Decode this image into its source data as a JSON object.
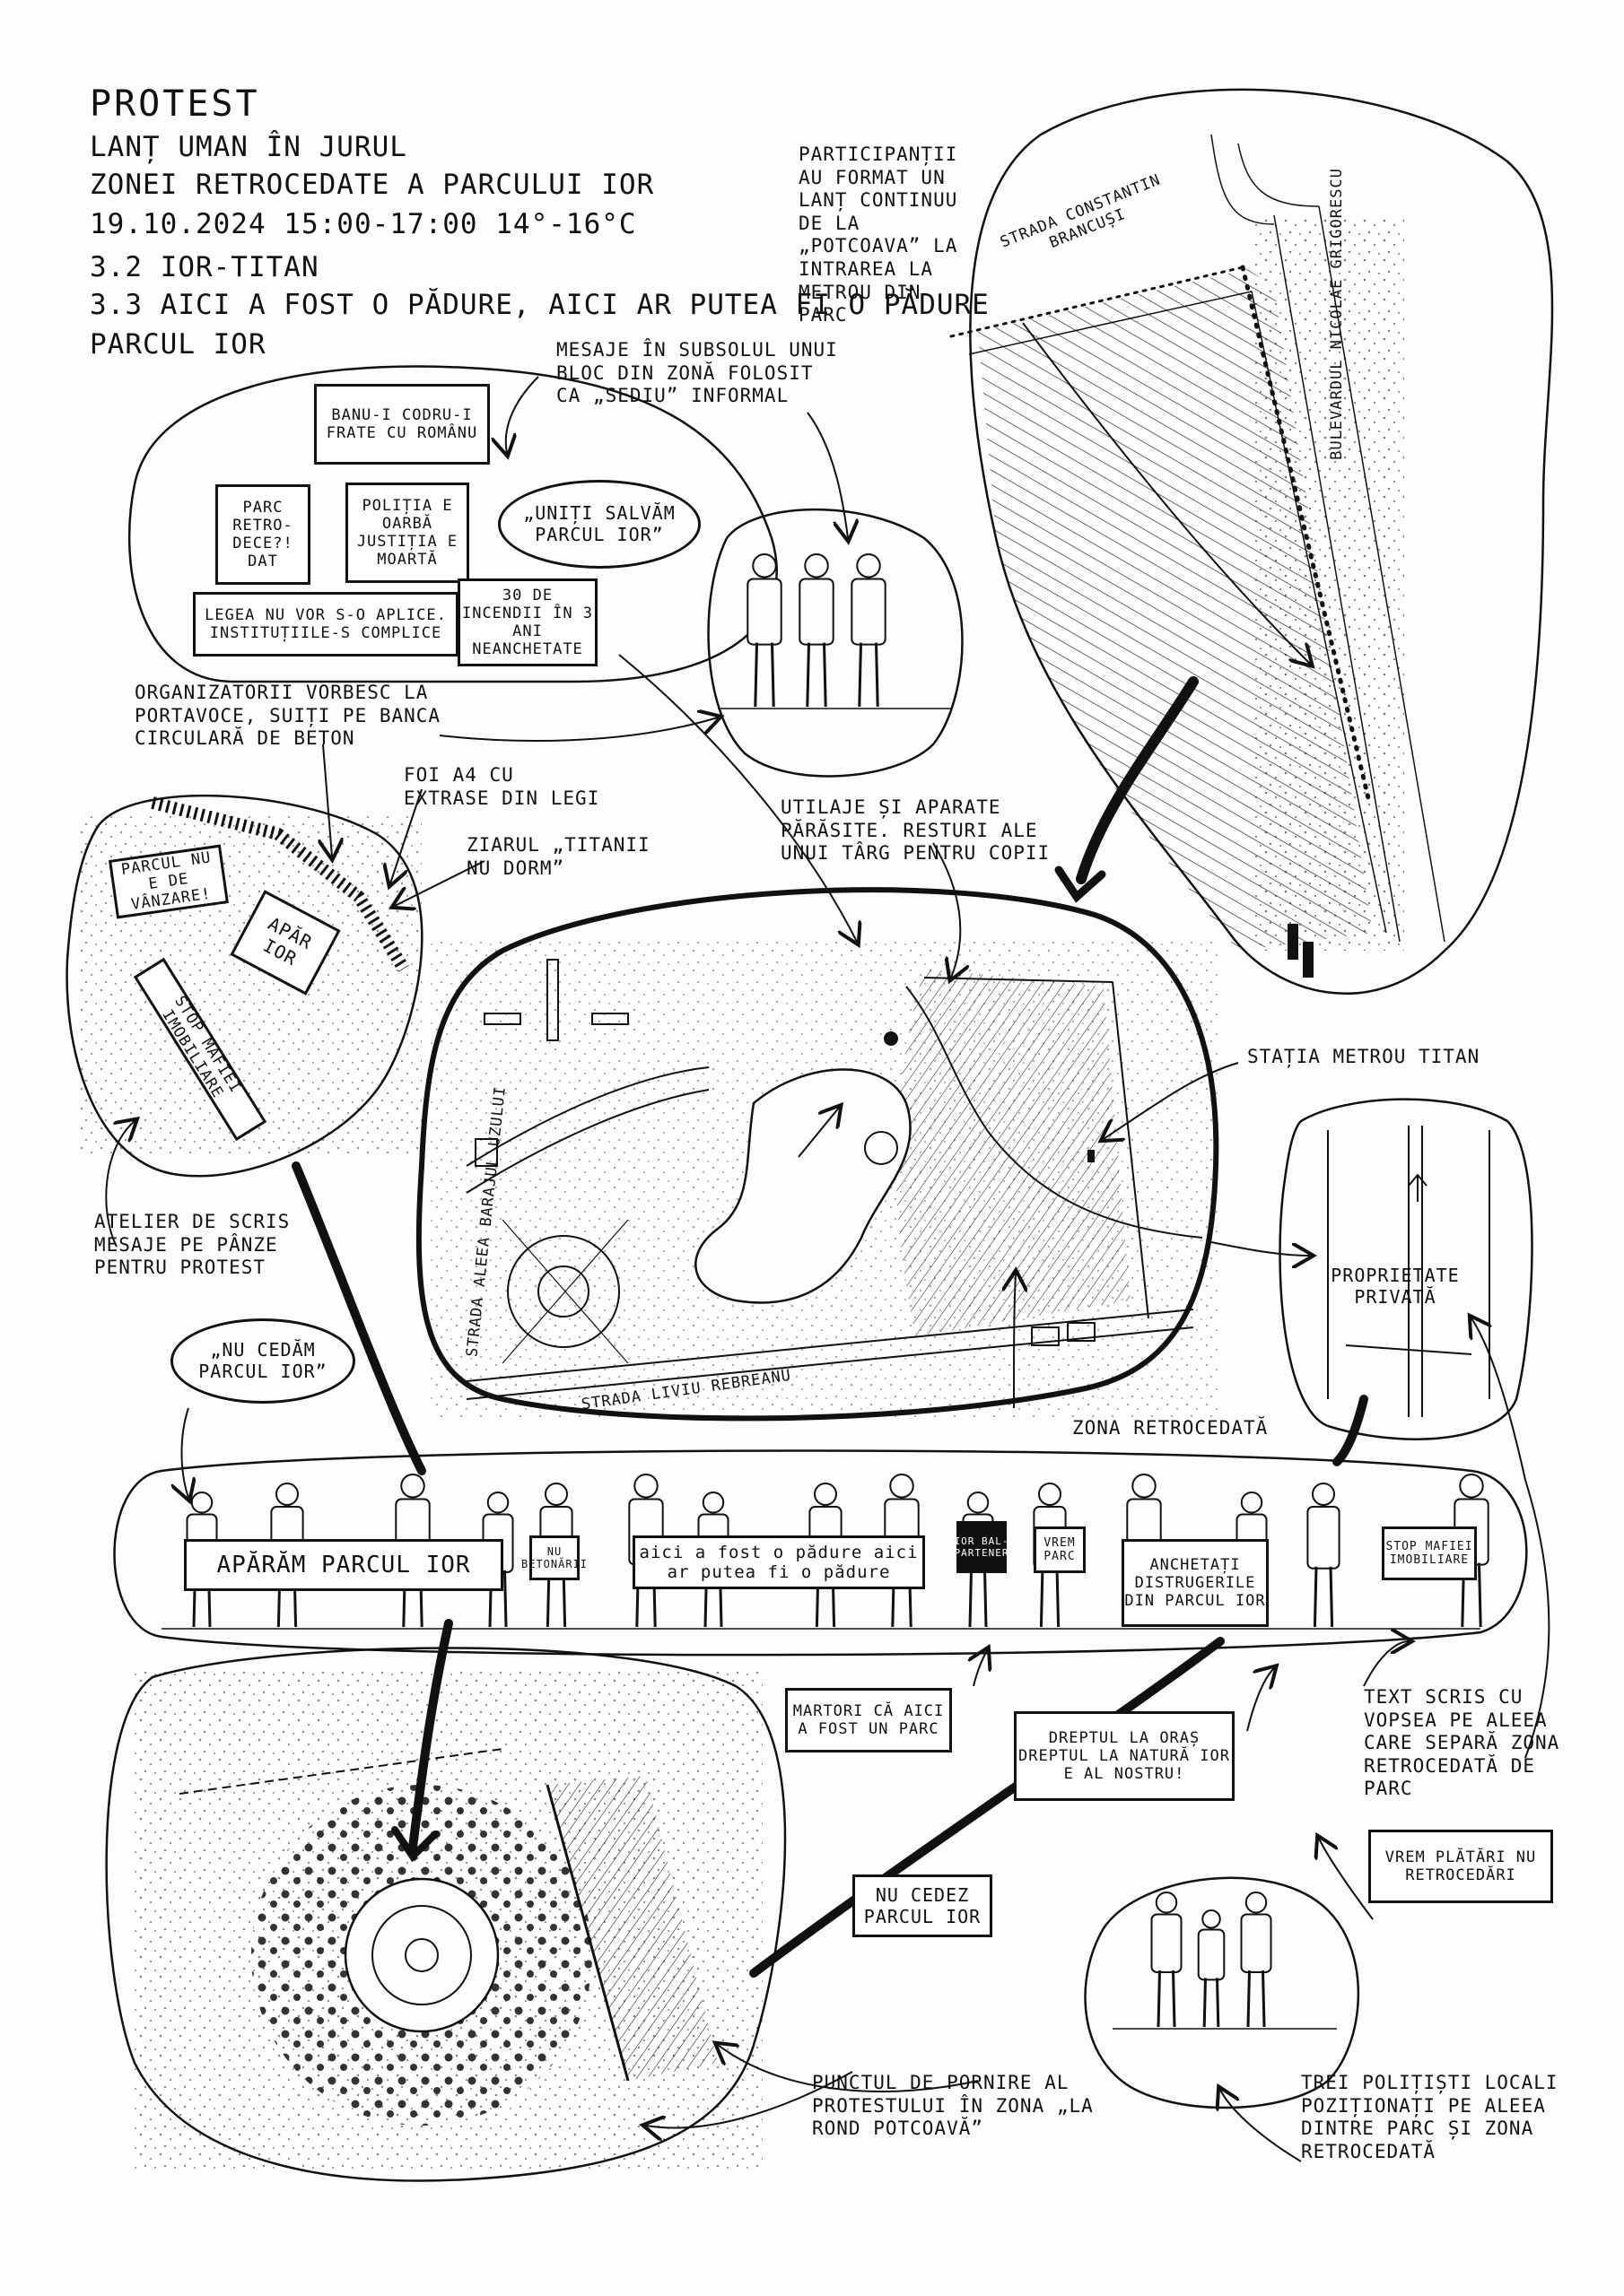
{
  "header": {
    "line1": "PROTEST",
    "line2": "LANȚ UMAN ÎN JURUL",
    "line3": "ZONEI RETROCEDATE A PARCULUI IOR",
    "line4": "19.10.2024 15:00-17:00 14°-16°C",
    "line5": "3.2 IOR-TITAN",
    "line6": "3.3 AICI A FOST O PĂDURE, AICI AR PUTEA FI O PĂDURE",
    "line7": "PARCUL IOR"
  },
  "notes": {
    "participants": "PARTICIPANȚII AU FORMAT UN LANȚ CONTINUU DE LA „POTCOAVA” LA INTRAREA LA METROU DIN PARC",
    "basement": "MESAJE ÎN SUBSOLUL UNUI BLOC DIN ZONĂ FOLOSIT CA „SEDIU” INFORMAL",
    "organizers": "ORGANIZATORII VORBESC LA PORTAVOCE, SUIȚI PE BANCA CIRCULARĂ DE BETON",
    "a4": "FOI A4 CU EXTRASE DIN LEGI",
    "newspaper": "ZIARUL „TITANII NU DORM”",
    "abandoned": "UTILAJE ȘI APARATE PĂRĂSITE. RESTURI ALE UNUI TÂRG PENTRU COPII",
    "metro": "STAȚIA METROU TITAN",
    "workshop": "ATELIER DE SCRIS MESAJE PE PÂNZE PENTRU PROTEST",
    "retro_zone": "ZONA RETROCEDATĂ",
    "paint": "TEXT SCRIS CU VOPSEA PE ALEEA CARE SEPARĂ ZONA RETROCEDATĂ DE PARC",
    "start": "PUNCTUL DE PORNIRE AL PROTESTULUI ÎN ZONA „LA ROND POTCOAVĂ”",
    "police": "TREI POLIȚIȘTI LOCALI POZIȚIONAȚI PE ALEEA DINTRE PARC ȘI ZONA RETROCEDATĂ"
  },
  "speech": {
    "uniti": "„UNIȚI SALVĂM PARCUL IOR”",
    "nu_cedam": "„NU CEDĂM PARCUL IOR”"
  },
  "basement_signs": {
    "banu": "BANU-I CODRU-I FRATE CU ROMÂNU",
    "parc": "PARC RETRO-DECE?! DAT",
    "politia": "POLIȚIA E OARBĂ JUSTIȚIA E MOARTĂ",
    "legea": "LEGEA NU VOR S-O APLICE. INSTITUȚIILE-S COMPLICE",
    "incendii": "30 DE INCENDII ÎN 3 ANI NEANCHETATE"
  },
  "park_signs": {
    "vanzare": "PARCUL NU E DE VÂNZARE!",
    "aparior": "APĂR IOR",
    "stop": "STOP MAFIEI IMOBILIARE"
  },
  "map_labels": {
    "strada_branus": "STRADA CONSTANTIN BRANCUȘI",
    "bd_grigorescu": "BULEVARDUL NICOLAE GRIGORESCU",
    "strada_rebreanu": "STRADA LIVIU REBREANU",
    "aleea": "STRADA ALEEA BARAJUL UZULUI",
    "proprietate": "PROPRIETATE PRIVATĂ"
  },
  "banners": {
    "aparam": "APĂRĂM PARCUL IOR",
    "nu_betonare": "NU BETONĂRII",
    "padure": "aici a fost o pădure aici ar putea fi o pădure",
    "ior_bal": "IOR BAL-PARTENER",
    "vrem_parc": "VREM PARC",
    "anchetati": "ANCHETAȚI DISTRUGERILE DIN PARCUL IOR",
    "stop_mafiei": "STOP MAFIEI IMOBILIARE"
  },
  "ground_signs": {
    "martori": "MARTORI CĂ AICI A FOST UN PARC",
    "dreptul": "DREPTUL LA ORAȘ DREPTUL LA NATURĂ IOR E AL NOSTRU!",
    "nu_cedez": "NU CEDEZ PARCUL IOR",
    "vrem_platari": "VREM PLĂTĂRI NU RETROCEDĂRI"
  },
  "colors": {
    "ink": "#111111",
    "paper": "#fdfdfb"
  }
}
